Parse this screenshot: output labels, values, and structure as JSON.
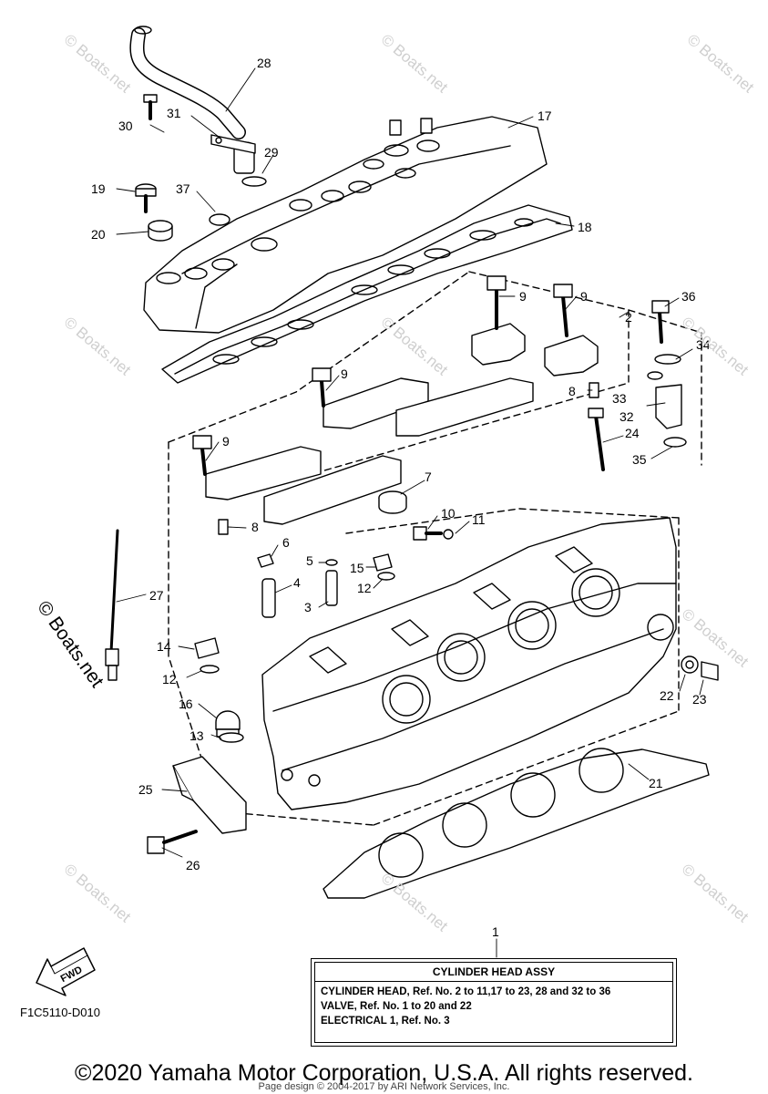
{
  "callouts": [
    {
      "id": "c1",
      "text": "1"
    },
    {
      "id": "c2",
      "text": "2"
    },
    {
      "id": "c3",
      "text": "3"
    },
    {
      "id": "c4",
      "text": "4"
    },
    {
      "id": "c5",
      "text": "5"
    },
    {
      "id": "c6",
      "text": "6"
    },
    {
      "id": "c7",
      "text": "7"
    },
    {
      "id": "c8a",
      "text": "8"
    },
    {
      "id": "c8b",
      "text": "8"
    },
    {
      "id": "c9a",
      "text": "9"
    },
    {
      "id": "c9b",
      "text": "9"
    },
    {
      "id": "c9c",
      "text": "9"
    },
    {
      "id": "c9d",
      "text": "9"
    },
    {
      "id": "c10",
      "text": "10"
    },
    {
      "id": "c11",
      "text": "11"
    },
    {
      "id": "c12a",
      "text": "12"
    },
    {
      "id": "c12b",
      "text": "12"
    },
    {
      "id": "c13",
      "text": "13"
    },
    {
      "id": "c14",
      "text": "14"
    },
    {
      "id": "c15",
      "text": "15"
    },
    {
      "id": "c16",
      "text": "16"
    },
    {
      "id": "c17",
      "text": "17"
    },
    {
      "id": "c18",
      "text": "18"
    },
    {
      "id": "c19",
      "text": "19"
    },
    {
      "id": "c20",
      "text": "20"
    },
    {
      "id": "c21",
      "text": "21"
    },
    {
      "id": "c22",
      "text": "22"
    },
    {
      "id": "c23",
      "text": "23"
    },
    {
      "id": "c24",
      "text": "24"
    },
    {
      "id": "c25",
      "text": "25"
    },
    {
      "id": "c26",
      "text": "26"
    },
    {
      "id": "c27",
      "text": "27"
    },
    {
      "id": "c28",
      "text": "28"
    },
    {
      "id": "c29",
      "text": "29"
    },
    {
      "id": "c30",
      "text": "30"
    },
    {
      "id": "c31",
      "text": "31"
    },
    {
      "id": "c32",
      "text": "32"
    },
    {
      "id": "c33",
      "text": "33"
    },
    {
      "id": "c34",
      "text": "34"
    },
    {
      "id": "c35",
      "text": "35"
    },
    {
      "id": "c36",
      "text": "36"
    },
    {
      "id": "c37",
      "text": "37"
    }
  ],
  "legend": {
    "title": "CYLINDER HEAD ASSY",
    "lines": [
      "CYLINDER HEAD, Ref. No. 2 to 11,17 to 23, 28 and 32 to 36",
      "VALVE, Ref. No. 1 to 20 and 22",
      "ELECTRICAL 1, Ref. No. 3"
    ]
  },
  "fwd_label": "FWD",
  "diagram_code": "F1C5110-D010",
  "side_watermark": "© Boats.net",
  "watermark_text": "© Boats.net",
  "copyright": "©2020 Yamaha Motor Corporation, U.S.A. All rights reserved.",
  "page_design": "Page design © 2004-2017 by ARI Network Services, Inc."
}
